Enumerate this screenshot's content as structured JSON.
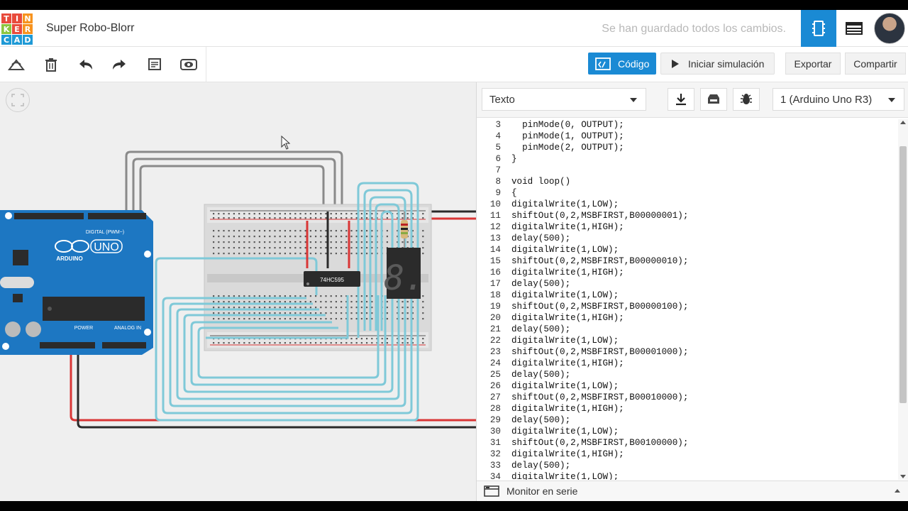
{
  "header": {
    "logo_letters": [
      "T",
      "I",
      "N",
      "K",
      "E",
      "R",
      "C",
      "A",
      "D"
    ],
    "logo_colors": [
      "#e84b3c",
      "#e84b3c",
      "#f7931e",
      "#8cc63f",
      "#e84b3c",
      "#f7931e",
      "#1f9ad6",
      "#1f9ad6",
      "#1f9ad6"
    ],
    "project_title": "Super Robo-Blorr",
    "save_status": "Se han guardado todos los cambios."
  },
  "toolbar": {
    "code_label": "Código",
    "simulate_label": "Iniciar simulación",
    "export_label": "Exportar",
    "share_label": "Compartir"
  },
  "colors": {
    "accent": "#1a8ad4",
    "arduino": "#1d77c2",
    "wire_teal": "#7fc9d8",
    "wire_red": "#d93636",
    "wire_black": "#2a2a2a"
  },
  "circuit": {
    "chip_label": "74HC595",
    "arduino_label": "ARDUINO",
    "uno_label": "UNO",
    "digital_label": "DIGITAL (PWM~)",
    "power_label": "POWER",
    "analog_label": "ANALOG IN",
    "seg_digit": "8."
  },
  "code_panel": {
    "mode": "Texto",
    "device": "1 (Arduino Uno R3)",
    "serial_monitor": "Monitor en serie",
    "lines": [
      {
        "n": "3",
        "t": "  pinMode(0, OUTPUT);"
      },
      {
        "n": "4",
        "t": "  pinMode(1, OUTPUT);"
      },
      {
        "n": "5",
        "t": "  pinMode(2, OUTPUT);"
      },
      {
        "n": "6",
        "t": "}"
      },
      {
        "n": "7",
        "t": ""
      },
      {
        "n": "8",
        "t": "void loop()"
      },
      {
        "n": "9",
        "t": "{"
      },
      {
        "n": "10",
        "t": "digitalWrite(1,LOW);"
      },
      {
        "n": "11",
        "t": "shiftOut(0,2,MSBFIRST,B00000001);"
      },
      {
        "n": "12",
        "t": "digitalWrite(1,HIGH);"
      },
      {
        "n": "13",
        "t": "delay(500);"
      },
      {
        "n": "14",
        "t": "digitalWrite(1,LOW);"
      },
      {
        "n": "15",
        "t": "shiftOut(0,2,MSBFIRST,B00000010);"
      },
      {
        "n": "16",
        "t": "digitalWrite(1,HIGH);"
      },
      {
        "n": "17",
        "t": "delay(500);"
      },
      {
        "n": "18",
        "t": "digitalWrite(1,LOW);"
      },
      {
        "n": "19",
        "t": "shiftOut(0,2,MSBFIRST,B00000100);"
      },
      {
        "n": "20",
        "t": "digitalWrite(1,HIGH);"
      },
      {
        "n": "21",
        "t": "delay(500);"
      },
      {
        "n": "22",
        "t": "digitalWrite(1,LOW);"
      },
      {
        "n": "23",
        "t": "shiftOut(0,2,MSBFIRST,B00001000);"
      },
      {
        "n": "24",
        "t": "digitalWrite(1,HIGH);"
      },
      {
        "n": "25",
        "t": "delay(500);"
      },
      {
        "n": "26",
        "t": "digitalWrite(1,LOW);"
      },
      {
        "n": "27",
        "t": "shiftOut(0,2,MSBFIRST,B00010000);"
      },
      {
        "n": "28",
        "t": "digitalWrite(1,HIGH);"
      },
      {
        "n": "29",
        "t": "delay(500);"
      },
      {
        "n": "30",
        "t": "digitalWrite(1,LOW);"
      },
      {
        "n": "31",
        "t": "shiftOut(0,2,MSBFIRST,B00100000);"
      },
      {
        "n": "32",
        "t": "digitalWrite(1,HIGH);"
      },
      {
        "n": "33",
        "t": "delay(500);"
      },
      {
        "n": "34",
        "t": "digitalWrite(1,LOW);"
      }
    ]
  }
}
